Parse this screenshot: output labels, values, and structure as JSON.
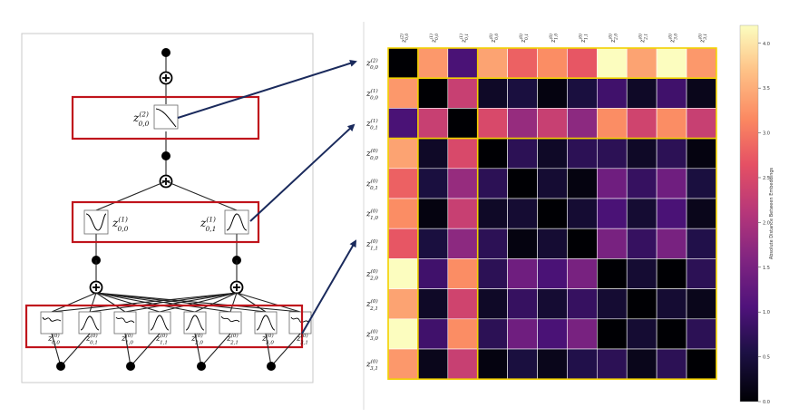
{
  "heatmap": {
    "row_labels": [
      {
        "base": "z",
        "sup": "(2)",
        "sub": "0,0"
      },
      {
        "base": "z",
        "sup": "(1)",
        "sub": "0,0"
      },
      {
        "base": "z",
        "sup": "(1)",
        "sub": "0,1"
      },
      {
        "base": "z",
        "sup": "(0)",
        "sub": "0,0"
      },
      {
        "base": "z",
        "sup": "(0)",
        "sub": "0,1"
      },
      {
        "base": "z",
        "sup": "(0)",
        "sub": "1,0"
      },
      {
        "base": "z",
        "sup": "(0)",
        "sub": "1,1"
      },
      {
        "base": "z",
        "sup": "(0)",
        "sub": "2,0"
      },
      {
        "base": "z",
        "sup": "(0)",
        "sub": "2,1"
      },
      {
        "base": "z",
        "sup": "(0)",
        "sub": "3,0"
      },
      {
        "base": "z",
        "sup": "(0)",
        "sub": "3,1"
      }
    ],
    "colorbar": {
      "label": "Absolute Distance Between Embeddings",
      "min": 0.0,
      "max": 4.2,
      "ticks": [
        "0.0",
        "0.5",
        "1.0",
        "1.5",
        "2.0",
        "2.5",
        "3.0",
        "3.5",
        "4.0"
      ]
    },
    "matrix": [
      [
        0.0,
        3.3,
        1.0,
        3.4,
        2.8,
        3.2,
        2.7,
        4.2,
        3.4,
        4.2,
        3.3
      ],
      [
        3.3,
        0.0,
        2.3,
        0.3,
        0.5,
        0.1,
        0.5,
        0.9,
        0.3,
        0.9,
        0.2
      ],
      [
        1.0,
        2.3,
        0.0,
        2.5,
        1.8,
        2.3,
        1.7,
        3.2,
        2.4,
        3.2,
        2.3
      ],
      [
        3.4,
        0.3,
        2.5,
        0.0,
        0.7,
        0.3,
        0.7,
        0.7,
        0.3,
        0.7,
        0.1
      ],
      [
        2.8,
        0.5,
        1.8,
        0.7,
        0.0,
        0.4,
        0.1,
        1.4,
        0.8,
        1.4,
        0.5
      ],
      [
        3.2,
        0.1,
        2.3,
        0.3,
        0.4,
        0.0,
        0.4,
        1.0,
        0.4,
        1.0,
        0.2
      ],
      [
        2.7,
        0.5,
        1.7,
        0.7,
        0.1,
        0.4,
        0.0,
        1.5,
        0.8,
        1.5,
        0.6
      ],
      [
        4.2,
        0.9,
        3.2,
        0.7,
        1.4,
        1.0,
        1.5,
        0.0,
        0.4,
        0.0,
        0.7
      ],
      [
        3.4,
        0.3,
        2.4,
        0.3,
        0.8,
        0.4,
        0.8,
        0.4,
        0.0,
        0.4,
        0.2
      ],
      [
        4.2,
        0.9,
        3.2,
        0.7,
        1.4,
        1.0,
        1.5,
        0.0,
        0.4,
        0.0,
        0.7
      ],
      [
        3.3,
        0.2,
        2.3,
        0.1,
        0.5,
        0.2,
        0.6,
        0.7,
        0.2,
        0.7,
        0.0
      ]
    ]
  },
  "network": {
    "top_node": {
      "base": "z",
      "sup": "(2)",
      "sub": "0,0"
    },
    "mid_nodes": [
      {
        "base": "z",
        "sup": "(1)",
        "sub": "0,0"
      },
      {
        "base": "z",
        "sup": "(1)",
        "sub": "0,1"
      }
    ],
    "bottom_nodes": [
      {
        "base": "z",
        "sup": "(0)",
        "sub": "0,0"
      },
      {
        "base": "z",
        "sup": "(0)",
        "sub": "0,1"
      },
      {
        "base": "z",
        "sup": "(0)",
        "sub": "1,0"
      },
      {
        "base": "z",
        "sup": "(0)",
        "sub": "1,1"
      },
      {
        "base": "z",
        "sup": "(0)",
        "sub": "2,0"
      },
      {
        "base": "z",
        "sup": "(0)",
        "sub": "2,1"
      },
      {
        "base": "z",
        "sup": "(0)",
        "sub": "3,0"
      },
      {
        "base": "z",
        "sup": "(0)",
        "sub": "3,1"
      }
    ],
    "highlight_color": "#c0141c",
    "arrow_color": "#1a2a5c"
  }
}
